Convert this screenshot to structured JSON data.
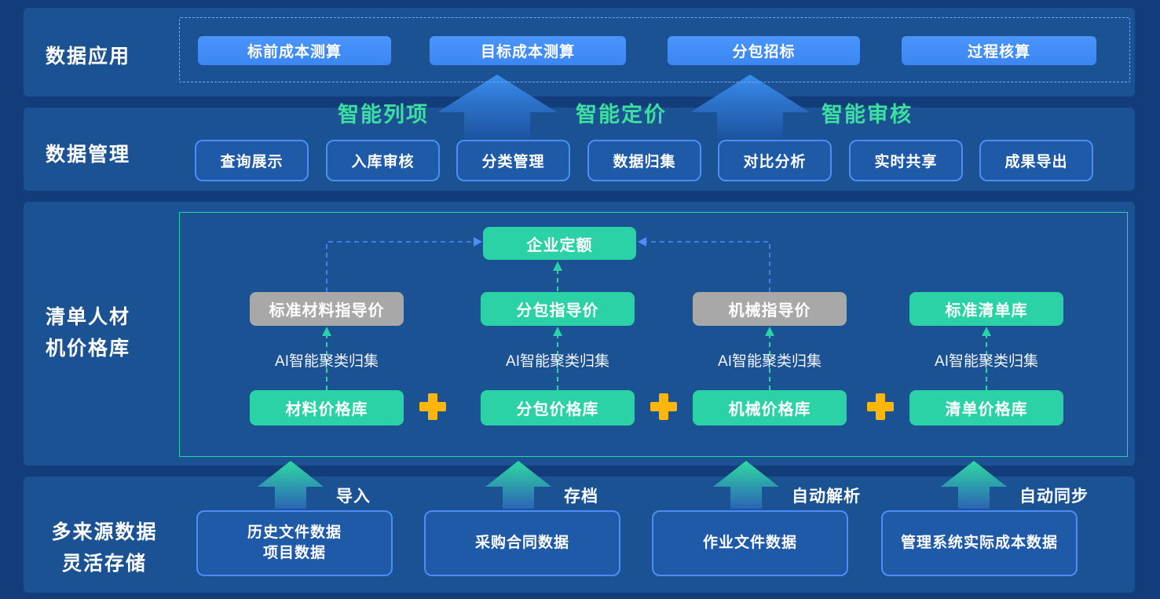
{
  "palette": {
    "page_bg": "#133d7a",
    "panel_bg": "#1b5294",
    "primary_button_blue": "#3e8bf7",
    "outline_button_bg": "#1e5aa8",
    "outline_button_border": "#4d8df5",
    "teal_node": "#2bd2a5",
    "gray_node": "#a8a8a8",
    "plus_orange": "#ffb60a",
    "smart_label_green": "#3cdf9d",
    "dashed_blue": "#4d8df5"
  },
  "app": {
    "title": "数据应用",
    "buttons": [
      "标前成本测算",
      "目标成本测算",
      "分包招标",
      "过程核算"
    ]
  },
  "management": {
    "title": "数据管理",
    "buttons": [
      "查询展示",
      "入库审核",
      "分类管理",
      "数据归集",
      "对比分析",
      "实时共享",
      "成果导出"
    ]
  },
  "smart_labels": [
    "智能列项",
    "智能定价",
    "智能审核"
  ],
  "library": {
    "title_line1": "清单人材",
    "title_line2": "机价格库",
    "enterprise_quota": "企业定额",
    "guide_boxes": [
      "标准材料指导价",
      "分包指导价",
      "机械指导价",
      "标准清单库"
    ],
    "ai_label": "AI智能聚类归集",
    "price_boxes": [
      "材料价格库",
      "分包价格库",
      "机械价格库",
      "清单价格库"
    ]
  },
  "storage": {
    "title_line1": "多来源数据",
    "title_line2": "灵活存储",
    "sources": [
      {
        "line1": "历史文件数据",
        "line2": "项目数据",
        "method": "导入"
      },
      {
        "line1": "采购合同数据",
        "line2": "",
        "method": "存档"
      },
      {
        "line1": "作业文件数据",
        "line2": "",
        "method": "自动解析"
      },
      {
        "line1": "管理系统实际成本数据",
        "line2": "",
        "method": "自动同步"
      }
    ]
  }
}
